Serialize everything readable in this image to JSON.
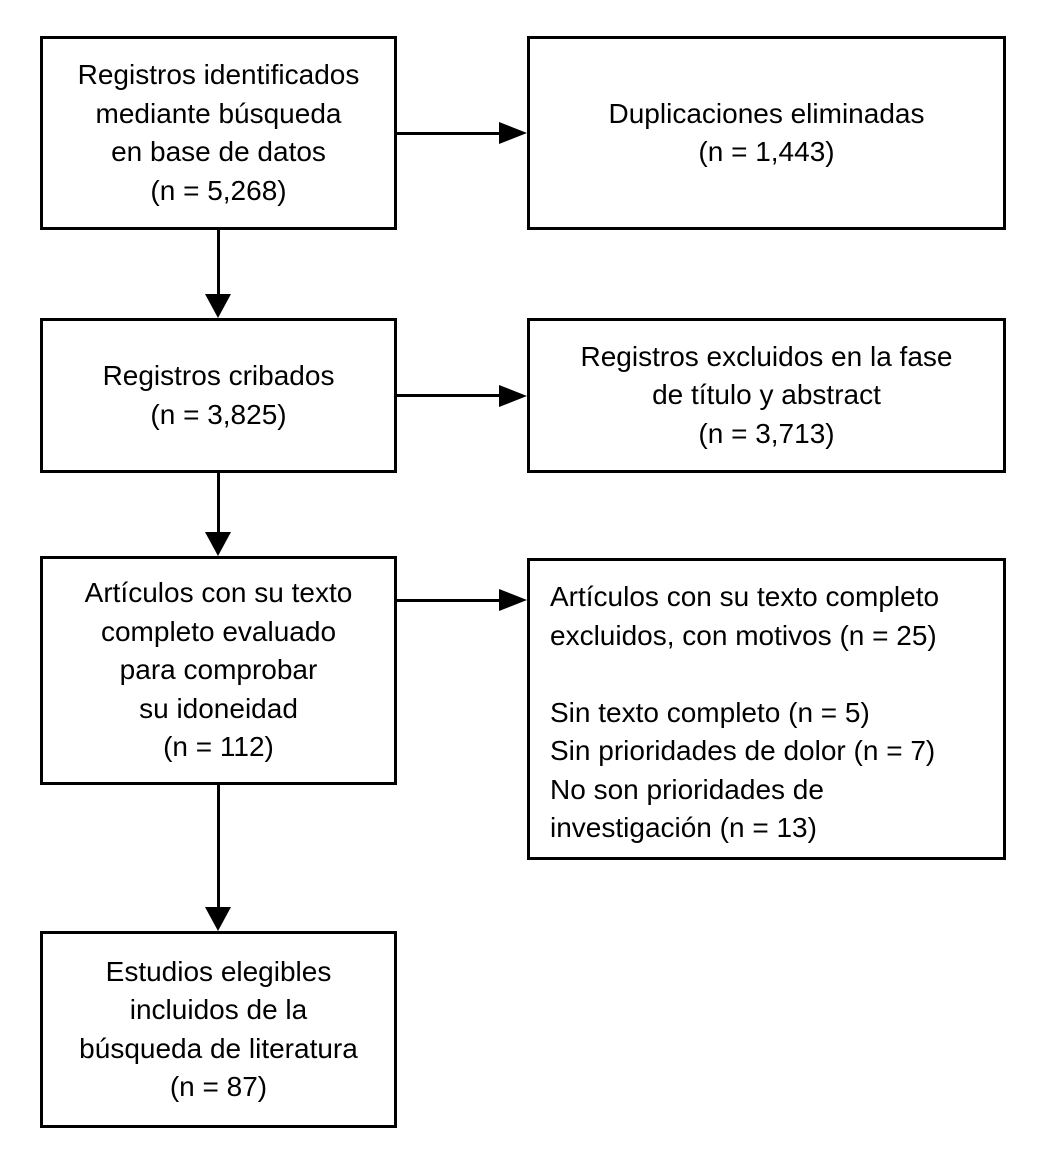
{
  "colors": {
    "border": "#000000",
    "text": "#000000",
    "background": "#ffffff"
  },
  "flow": {
    "identified": {
      "lines": [
        "Registros identificados",
        "mediante búsqueda",
        "en base de datos",
        "(n = 5,268)"
      ]
    },
    "duplicates_removed": {
      "lines": [
        "Duplicaciones eliminadas",
        "(n = 1,443)"
      ]
    },
    "screened": {
      "lines": [
        "Registros cribados",
        "(n = 3,825)"
      ]
    },
    "excluded_title_abstract": {
      "lines": [
        "Registros excluidos en la fase",
        "de título y abstract",
        "(n = 3,713)"
      ]
    },
    "fulltext_assessed": {
      "lines": [
        "Artículos con su texto",
        "completo evaluado",
        "para comprobar",
        "su idoneidad",
        "(n = 112)"
      ]
    },
    "fulltext_excluded": {
      "lines": [
        "Artículos con su texto completo",
        "excluidos, con motivos (n = 25)",
        "",
        "Sin texto completo (n = 5)",
        "Sin prioridades de dolor (n = 7)",
        "No son prioridades de",
        "investigación (n = 13)"
      ]
    },
    "included": {
      "lines": [
        "Estudios elegibles",
        "incluidos de la",
        "búsqueda de literatura",
        "(n = 87)"
      ]
    }
  }
}
